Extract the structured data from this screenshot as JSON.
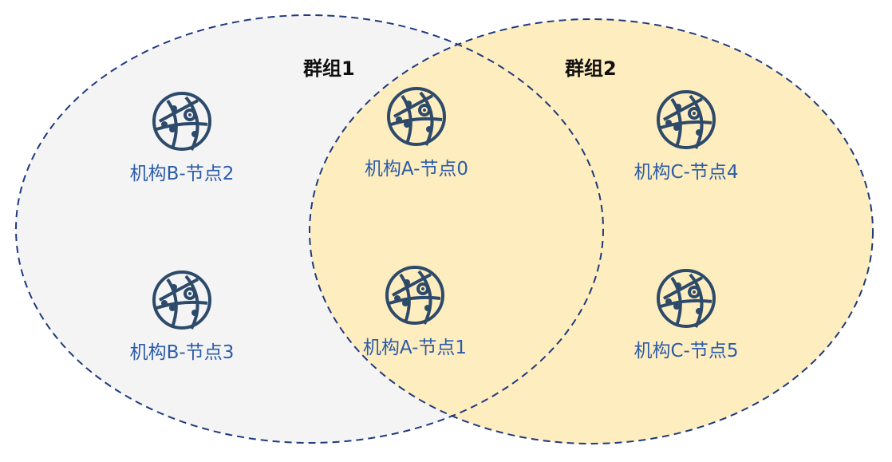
{
  "groups": [
    {
      "title": "群组1",
      "fill": "#f4f4f5"
    },
    {
      "title": "群组2",
      "fill": "#feedbe"
    }
  ],
  "colors": {
    "border": "#1f3a7d",
    "icon": "#2d4a6a",
    "label": "#2b5ba8"
  },
  "nodes": [
    {
      "label": "机构B-节点2",
      "icon": "network-globe-icon"
    },
    {
      "label": "机构B-节点3",
      "icon": "network-globe-icon"
    },
    {
      "label": "机构A-节点0",
      "icon": "network-globe-icon"
    },
    {
      "label": "机构A-节点1",
      "icon": "network-globe-icon"
    },
    {
      "label": "机构C-节点4",
      "icon": "network-globe-icon"
    },
    {
      "label": "机构C-节点5",
      "icon": "network-globe-icon"
    }
  ]
}
